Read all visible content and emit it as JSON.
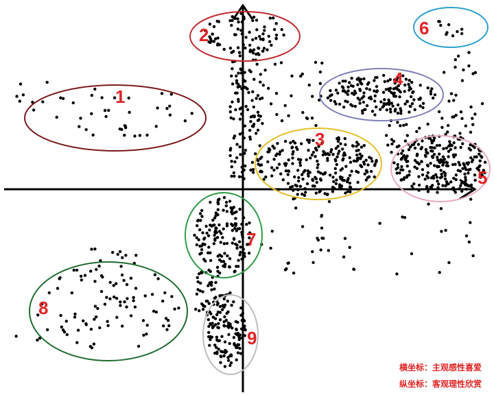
{
  "clusters": [
    {
      "id": 1,
      "label": "1",
      "color": "#7a1a1a"
    },
    {
      "id": 2,
      "label": "2",
      "color": "#c0282e"
    },
    {
      "id": 3,
      "label": "3",
      "color": "#e3c02a"
    },
    {
      "id": 4,
      "label": "4",
      "color": "#7f7fb8"
    },
    {
      "id": 5,
      "label": "5",
      "color": "#e6a9c4"
    },
    {
      "id": 6,
      "label": "6",
      "color": "#2ba0cf"
    },
    {
      "id": 7,
      "label": "7",
      "color": "#2f9a46"
    },
    {
      "id": 8,
      "label": "8",
      "color": "#1e6a2e"
    },
    {
      "id": 9,
      "label": "9",
      "color": "#bdbdbd"
    }
  ],
  "legend": {
    "x_axis": "横坐标：主观感性喜爱",
    "y_axis": "纵坐标：客观理性欣赏"
  },
  "colors": {
    "axis": "#000000",
    "dots": "#000000",
    "labels": "#e02424"
  }
}
